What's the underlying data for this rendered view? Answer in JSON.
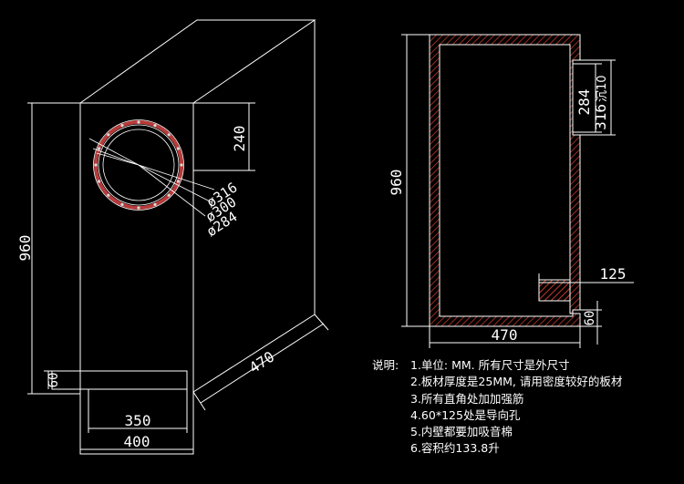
{
  "colors": {
    "background": "#000000",
    "line": "#ffffff",
    "hatch": "#c0392b",
    "flange": "#b83a3a",
    "bolt": "#d9d9d9"
  },
  "left_view": {
    "dim_height": "960",
    "dim_speaker_offset": "240",
    "dim_port": "60",
    "dim_inner_width": "350",
    "dim_outer_width": "400",
    "dim_depth": "470",
    "dia_flange": "ø316",
    "dia_frame": "ø300",
    "dia_cutout": "ø284"
  },
  "right_view": {
    "dim_height": "960",
    "dim_depth": "470",
    "dim_port_height": "60",
    "dim_port_length": "125",
    "dim_recess_inner": "284",
    "dim_recess_outer": "316",
    "dim_recess_depth": "沉10"
  },
  "notes": {
    "label": "说明:",
    "items": [
      "1.单位: MM. 所有尺寸是外尺寸",
      "2.板材厚度是25MM, 请用密度较好的板材",
      "3.所有直角处加加强筋",
      "4.60*125处是导向孔",
      "5.内壁都要加吸音棉",
      "6.容积约133.8升"
    ]
  }
}
